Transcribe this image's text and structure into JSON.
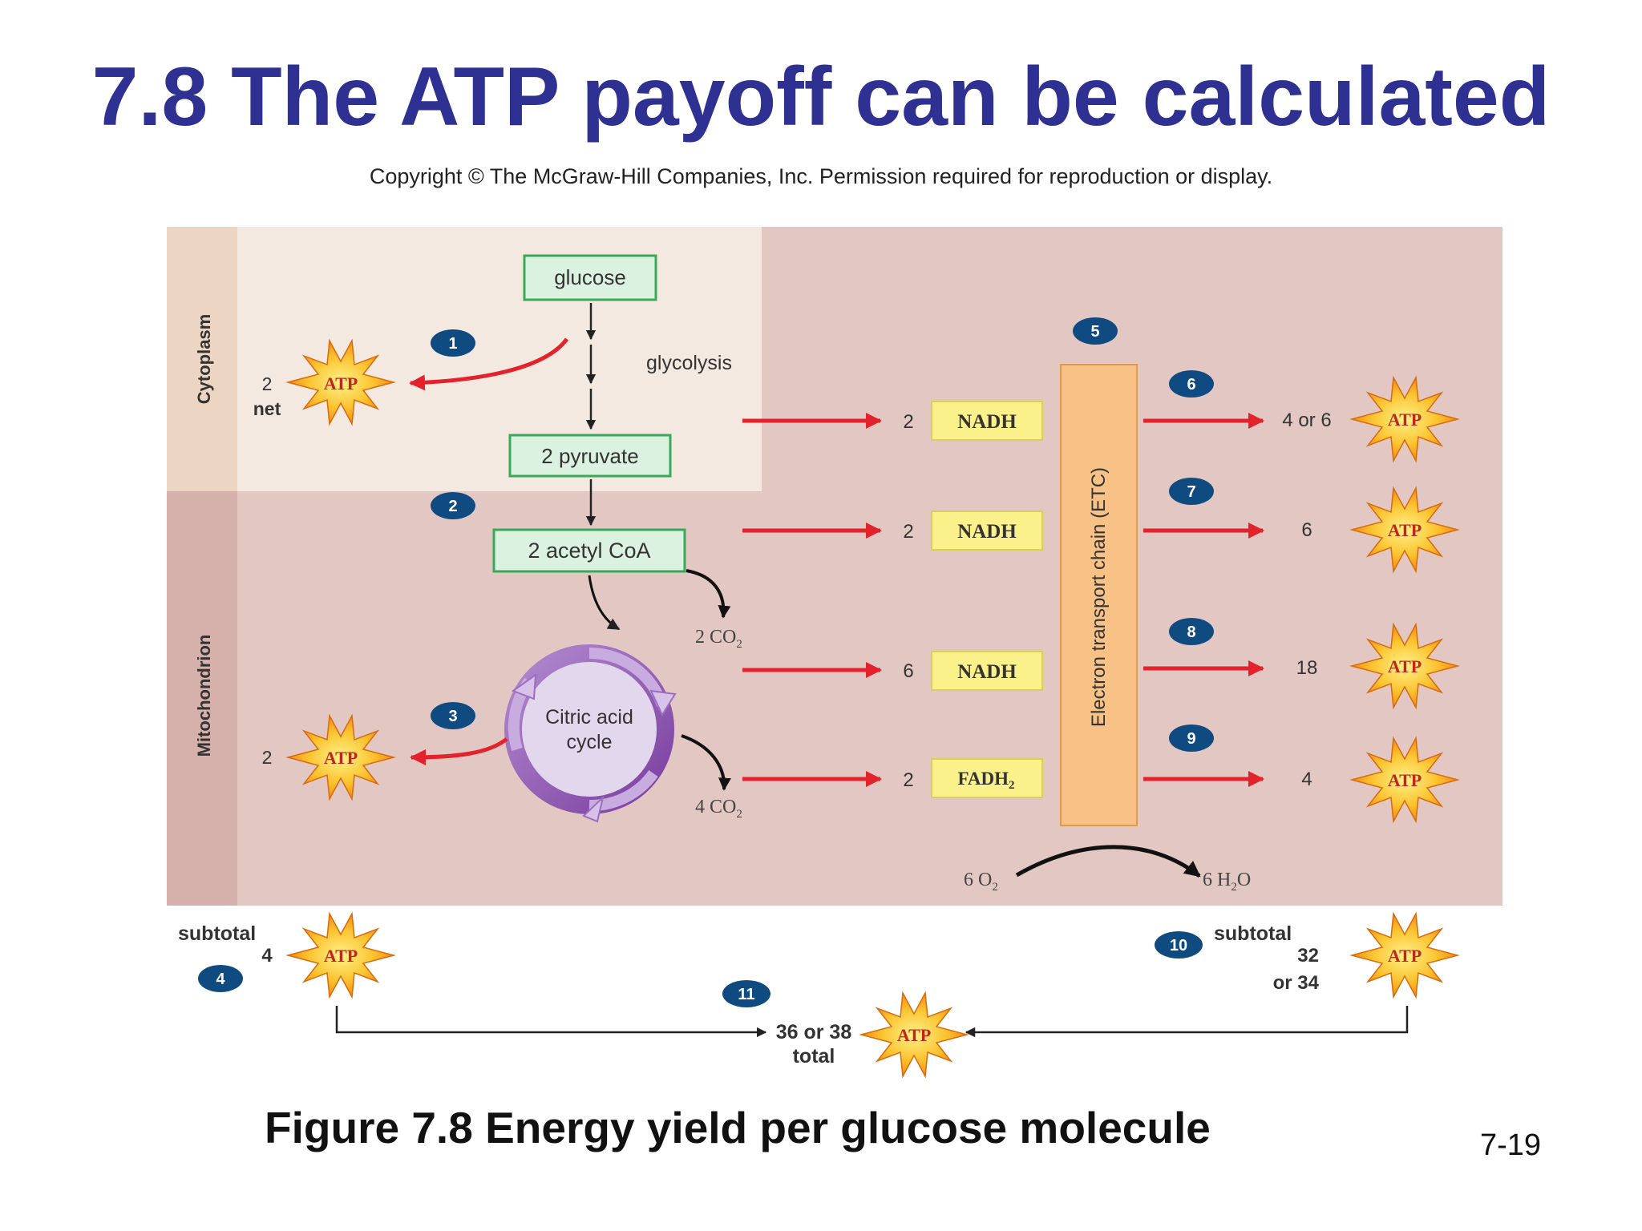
{
  "slide": {
    "title": "7.8 The ATP payoff can be calculated",
    "copyright": "Copyright © The McGraw-Hill Companies, Inc. Permission required for reproduction or display.",
    "caption": "Figure 7.8 Energy yield per glucose molecule",
    "page_number": "7-19"
  },
  "diagram": {
    "regions": {
      "cytoplasm": "Cytoplasm",
      "mitochondrion": "Mitochondrion"
    },
    "molecules": {
      "glucose": "glucose",
      "pyruvate": "2 pyruvate",
      "acetyl_coa": "2 acetyl CoA",
      "citric_acid_cycle_line1": "Citric acid",
      "citric_acid_cycle_line2": "cycle",
      "co2_first_num": "2 CO",
      "co2_first_sub": "2",
      "co2_second_num": "4 CO",
      "co2_second_sub": "2"
    },
    "labels": {
      "glycolysis": "glycolysis",
      "etc": "Electron transport chain (ETC)",
      "atp": "ATP",
      "o2_num": "6 O",
      "o2_sub": "2",
      "h2o_a": "6 H",
      "h2o_sub": "2",
      "h2o_b": "O",
      "subtotal": "subtotal",
      "subtotal_left_value": "4",
      "subtotal_right_value": "32",
      "subtotal_right_alt": "or 34",
      "total_value": "36 or 38",
      "total_word": "total",
      "glycolysis_atp_count": "2",
      "glycolysis_atp_net": "net",
      "cycle_atp_count": "2"
    },
    "carriers": [
      {
        "count": "2",
        "name": "NADH",
        "sub": "",
        "atp_out": "4 or 6"
      },
      {
        "count": "2",
        "name": "NADH",
        "sub": "",
        "atp_out": "6"
      },
      {
        "count": "6",
        "name": "NADH",
        "sub": "",
        "atp_out": "18"
      },
      {
        "count": "2",
        "name": "FADH",
        "sub": "2",
        "atp_out": "4"
      }
    ],
    "step_markers": [
      "1",
      "2",
      "3",
      "4",
      "5",
      "6",
      "7",
      "8",
      "9",
      "10",
      "11"
    ],
    "colors": {
      "title": "#2e3192",
      "cytoplasm_bg": "#f4e9e1",
      "mitochondrion_bg": "#e2c7c3",
      "sidebar_cytoplasm": "#ecd5c2",
      "sidebar_mitochondrion": "#d6b1ab",
      "molecule_box_fill": "#dcf2e0",
      "molecule_box_border": "#3aa85a",
      "carrier_fill": "#fbf18a",
      "etc_fill": "#f8c287",
      "arrow_red": "#e3222c",
      "marker_blue": "#0f4a80",
      "atp_star": "#f7a01c"
    }
  }
}
